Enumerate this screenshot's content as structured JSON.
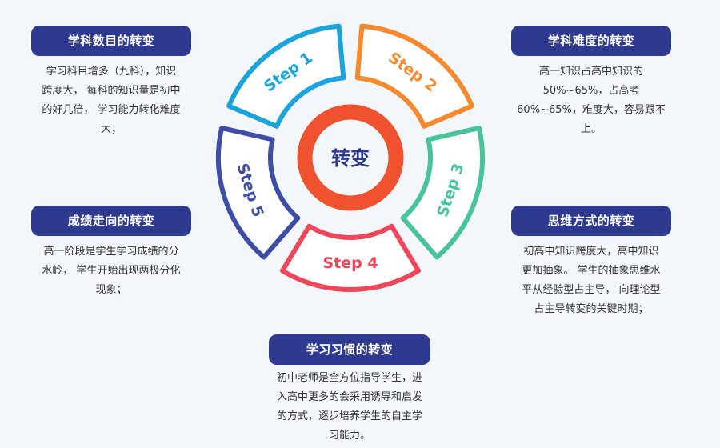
{
  "center": {
    "label": "转变",
    "ring_color": "#f0522f",
    "text_color": "#2d3a8f"
  },
  "steps": [
    {
      "label": "Step 1",
      "color": "#1aa3dc"
    },
    {
      "label": "Step 2",
      "color": "#f7882b"
    },
    {
      "label": "Step 3",
      "color": "#47c49b"
    },
    {
      "label": "Step 4",
      "color": "#f0465a"
    },
    {
      "label": "Step 5",
      "color": "#3e4ea6"
    }
  ],
  "cards": {
    "subject_count": {
      "title": "学科数目的转变",
      "text": "学习科目增多（九科），知识\n跨度大，  每科的知识量是初中\n的好几倍，  学习能力转化难度\n大；"
    },
    "subject_difficulty": {
      "title": "学科难度的转变",
      "text": "高一知识占高中知识的\n50%~65%，占高考\n60%~65%，难度大，容易跟不\n上。"
    },
    "grades_trend": {
      "title": "成绩走向的转变",
      "text": "高一阶段是学生学习成绩的分\n水岭，  学生开始出现两极分化\n现象；"
    },
    "thinking_style": {
      "title": "思维方式的转变",
      "text": "初高中知识跨度大，高中知识\n更加抽象。  学生的抽象思维水\n平从经验型占主导，  向理论型\n占主导转变的关键时期；"
    },
    "study_habits": {
      "title": "学习习惯的转变",
      "text": "初中老师是全方位指导学生，进\n入高中更多的会采用诱导和启发\n的方式，逐步培养学生的自主学\n习能力。"
    }
  }
}
